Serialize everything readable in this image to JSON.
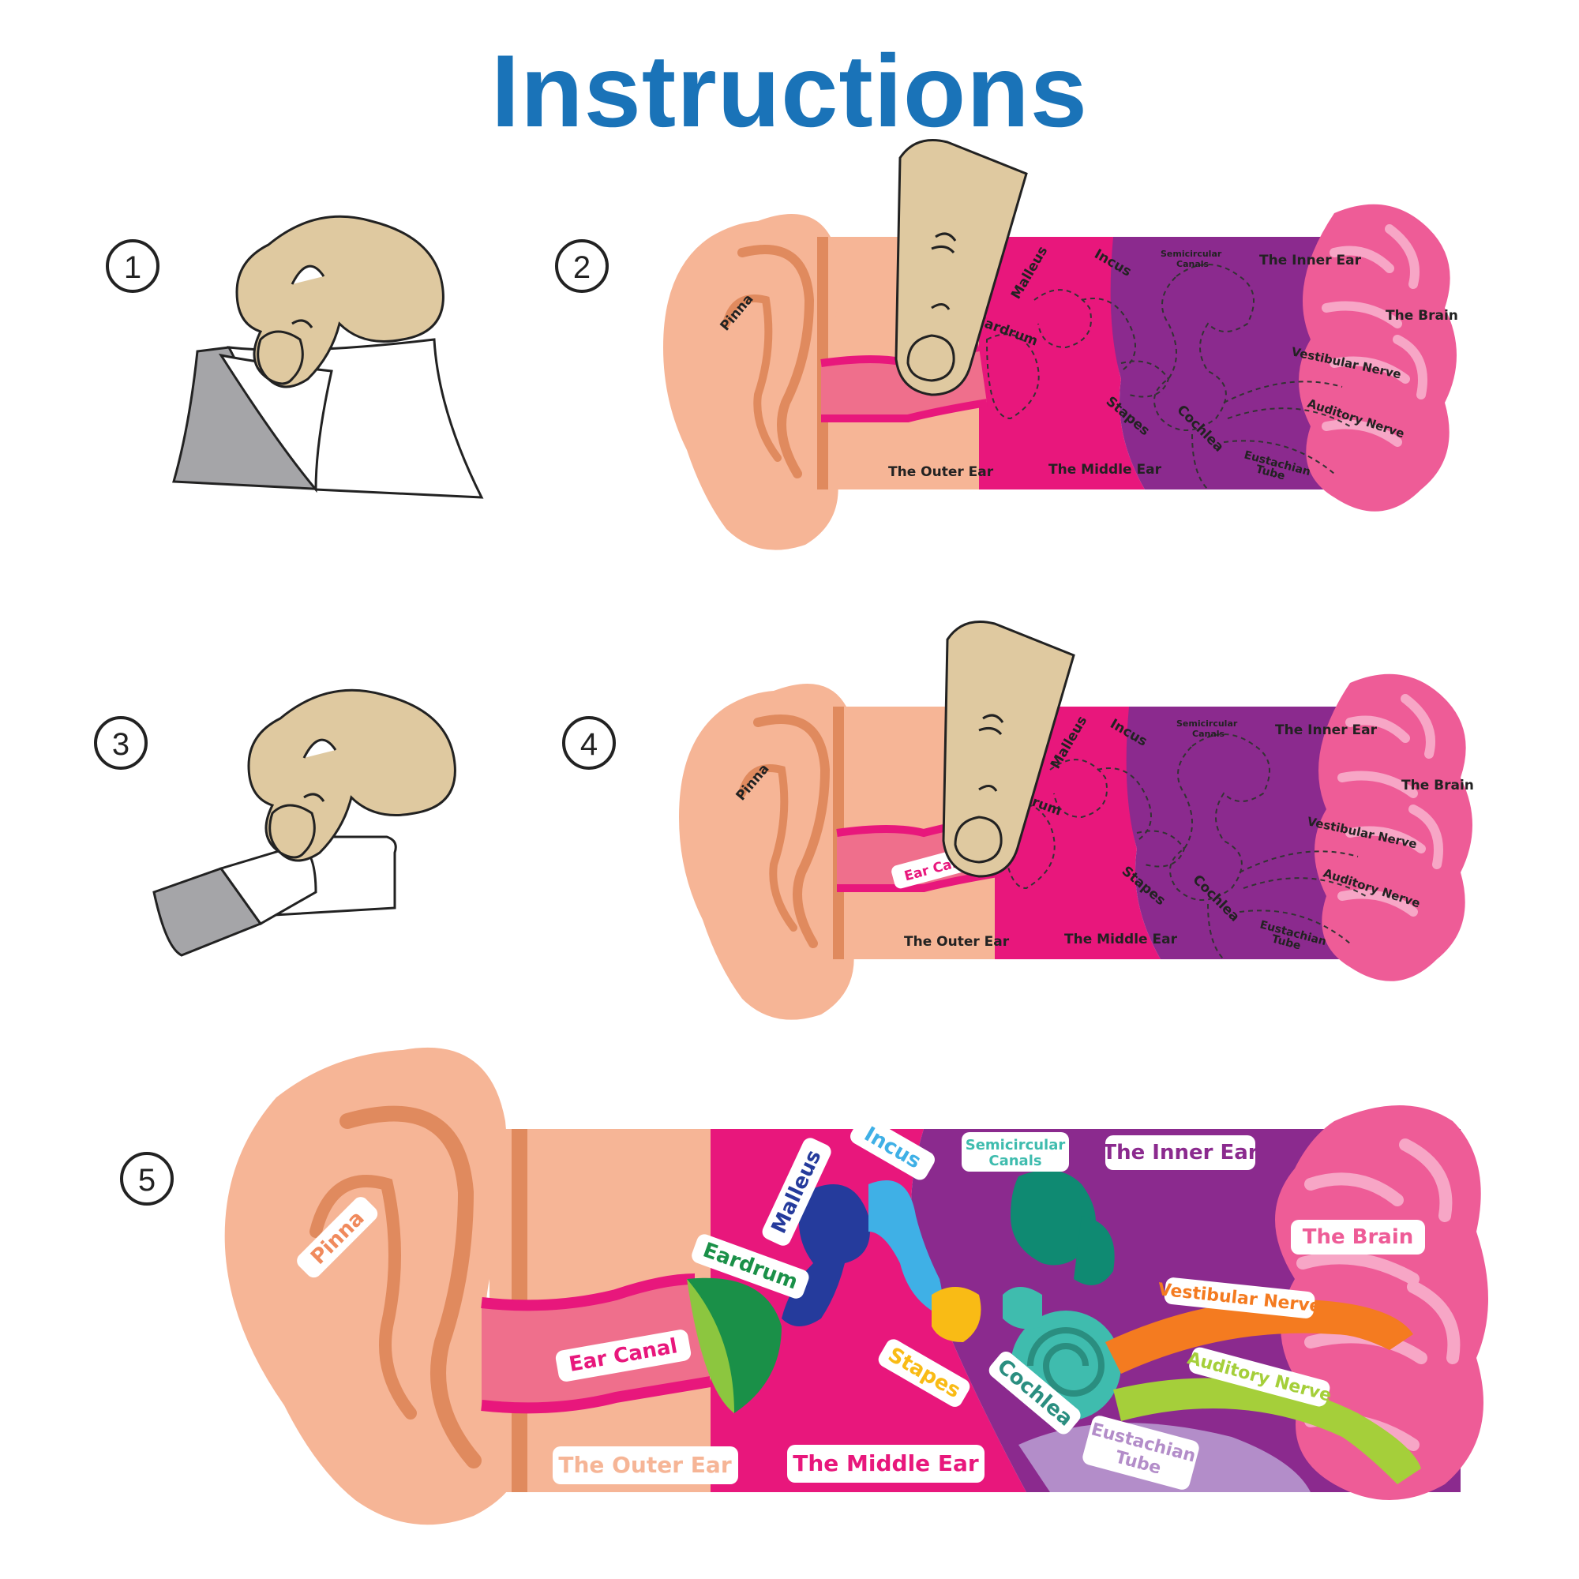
{
  "title": "Instructions",
  "steps": [
    {
      "number": "1"
    },
    {
      "number": "2"
    },
    {
      "number": "3"
    },
    {
      "number": "4"
    },
    {
      "number": "5"
    }
  ],
  "labels": {
    "pinna": "Pinna",
    "malleus": "Malleus",
    "incus": "Incus",
    "semicircular": "Semicircular",
    "canals": "Canals",
    "inner_ear": "The Inner Ear",
    "brain": "The Brain",
    "eardrum": "Eardrum",
    "vestibular": "Vestibular Nerve",
    "auditory": "Auditory Nerve",
    "stapes": "Stapes",
    "cochlea": "Cochlea",
    "eustachian": "Eustachian",
    "tube": "Tube",
    "outer_ear": "The Outer Ear",
    "middle_ear": "The Middle Ear",
    "ear_canal": "Ear Canal"
  },
  "colors": {
    "title": "#1a73b8",
    "skin": "#f6b596",
    "skin_dark": "#e08a5e",
    "middle_ear": "#e8177c",
    "inner_ear": "#8b2a8e",
    "brain": "#ee5c97",
    "finger": "#dfc9a0",
    "canal": "#ef6f8c"
  },
  "icons": [
    "hand-peel-icon",
    "finger-press-icon",
    "ear-diagram"
  ]
}
